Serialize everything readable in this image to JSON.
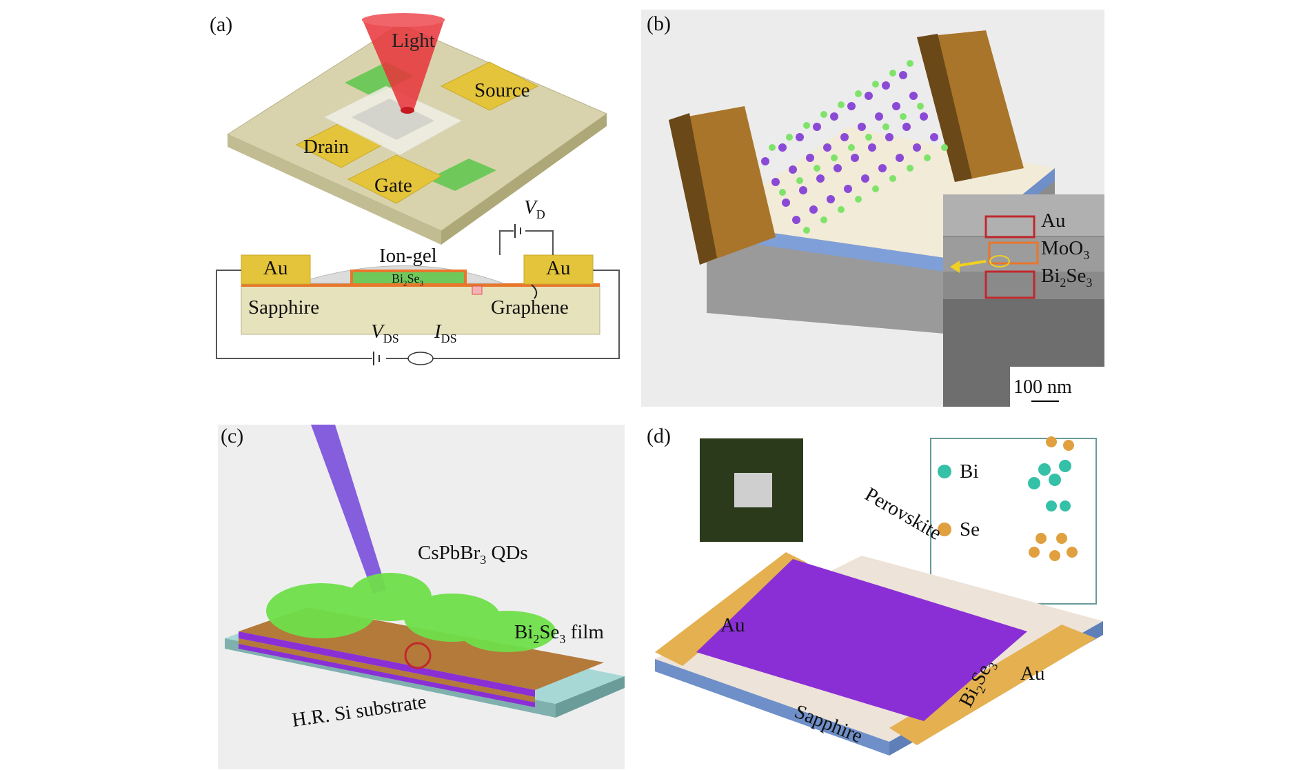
{
  "panels": {
    "a": {
      "label": "(a)",
      "top": {
        "light": "Light",
        "source": "Source",
        "drain": "Drain",
        "gate": "Gate"
      },
      "bottom": {
        "au_left": "Au",
        "au_right": "Au",
        "ion_gel": "Ion-gel",
        "bi2se3_base": "Bi",
        "bi2se3_sub1": "2",
        "bi2se3_mid": "Se",
        "bi2se3_sub2": "3",
        "sapphire": "Sapphire",
        "graphene": "Graphene",
        "vd_main": "V",
        "vd_sub": "D",
        "vds_main": "V",
        "vds_sub": "DS",
        "ids_main": "I",
        "ids_sub": "DS"
      }
    },
    "b": {
      "label": "(b)",
      "inset": {
        "au": "Au",
        "moo3_main": "MoO",
        "moo3_sub": "3",
        "bi2se3_a": "Bi",
        "bi2se3_s1": "2",
        "bi2se3_b": "Se",
        "bi2se3_s2": "3",
        "scale": "100 nm"
      }
    },
    "c": {
      "label": "(c)",
      "qds_a": "CsPbBr",
      "qds_sub": "3",
      "qds_b": " QDs",
      "film_a": "Bi",
      "film_s1": "2",
      "film_b": "Se",
      "film_s2": "3",
      "film_c": " film",
      "substrate": "H.R. Si substrate"
    },
    "d": {
      "label": "(d)",
      "bi": "Bi",
      "se": "Se",
      "au_left": "Au",
      "au_right": "Au",
      "perovskite": "Perovskite",
      "bi2se3_a": "Bi",
      "bi2se3_s1": "2",
      "bi2se3_b": "Se",
      "bi2se3_s2": "3",
      "sapphire": "Sapphire"
    }
  },
  "colors": {
    "gold": "#e4c43a",
    "green": "#6fc95a",
    "substrate": "#d8d3ac",
    "red_light": "#e8333a",
    "orange": "#e8762b",
    "purple": "#8a2fd6",
    "teal_substrate": "#a8d8d6",
    "bi_atom": "#35c0a8",
    "se_atom": "#e0a040"
  }
}
